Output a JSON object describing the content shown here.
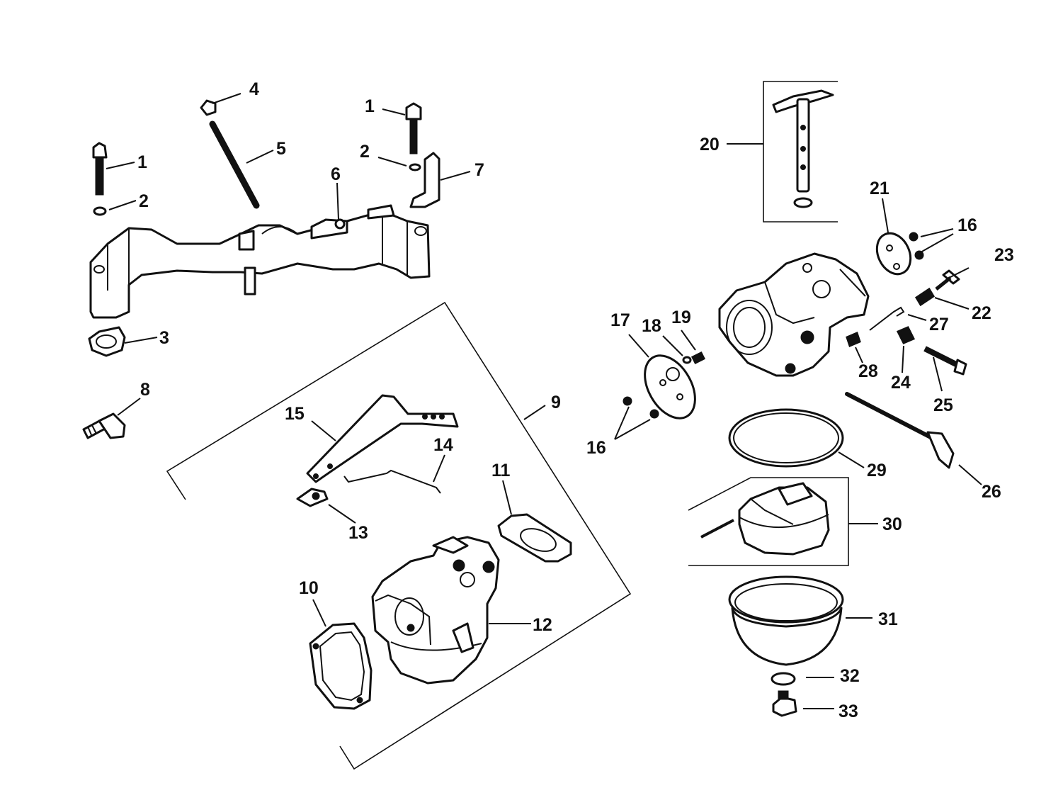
{
  "diagram": {
    "callouts": {
      "c1a": "1",
      "c2a": "2",
      "c3": "3",
      "c4": "4",
      "c5": "5",
      "c1b": "1",
      "c2b": "2",
      "c6": "6",
      "c7": "7",
      "c8": "8",
      "c9": "9",
      "c10": "10",
      "c11": "11",
      "c12": "12",
      "c13": "13",
      "c14": "14",
      "c15": "15",
      "c16a": "16",
      "c16b": "16",
      "c17": "17",
      "c18": "18",
      "c19": "19",
      "c20": "20",
      "c21": "21",
      "c22": "22",
      "c23": "23",
      "c24": "24",
      "c25": "25",
      "c26": "26",
      "c27": "27",
      "c28": "28",
      "c29": "29",
      "c30": "30",
      "c31": "31",
      "c32": "32",
      "c33": "33"
    }
  }
}
